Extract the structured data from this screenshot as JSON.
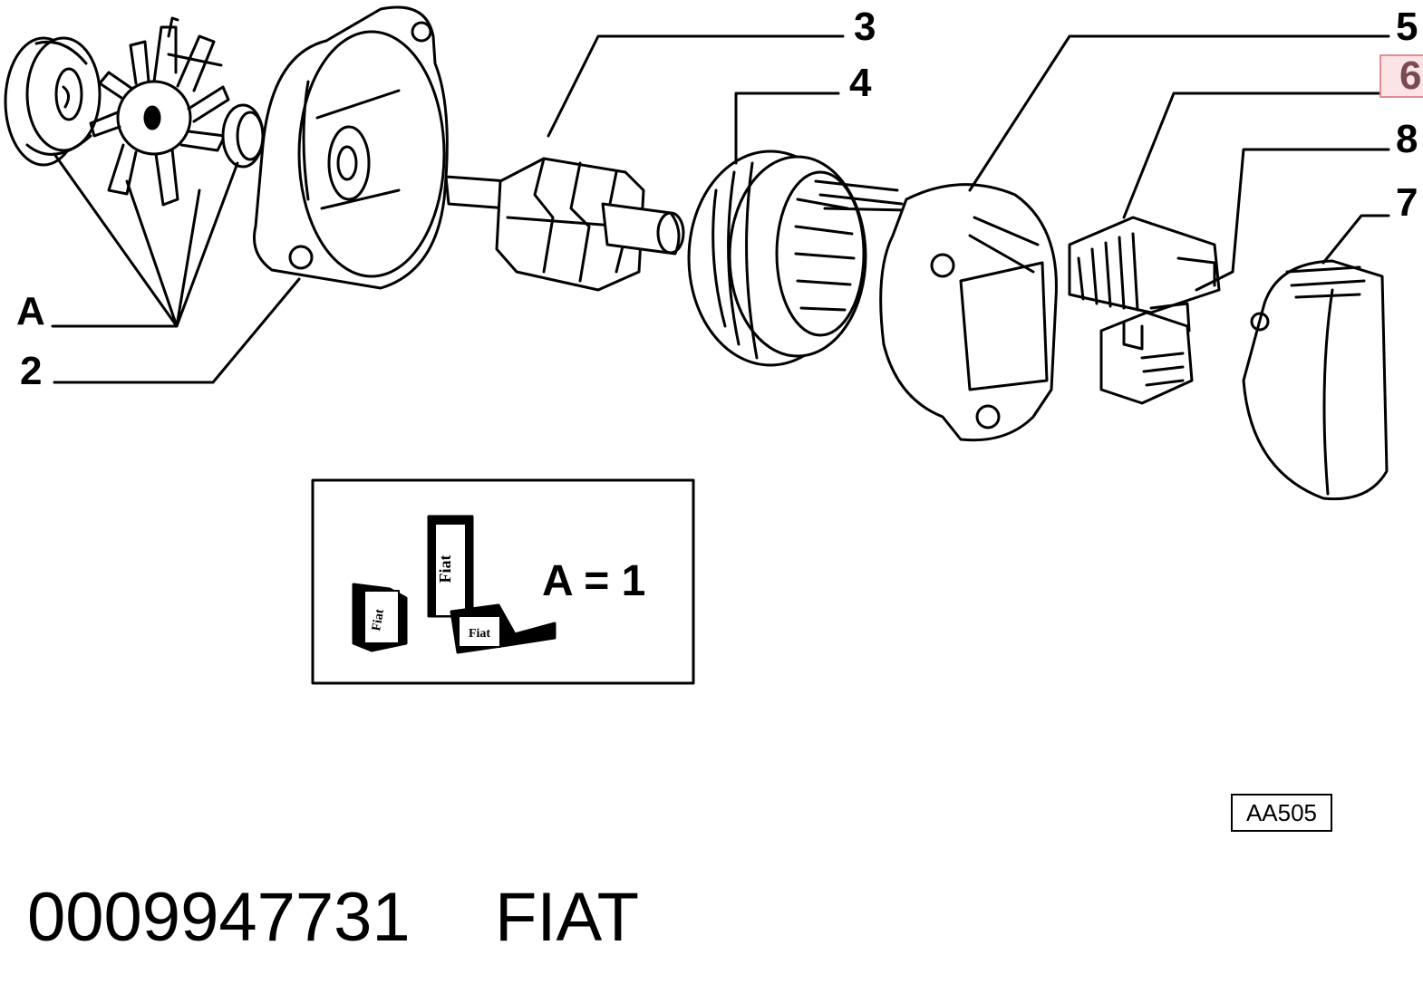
{
  "callouts": {
    "A": "A",
    "2": "2",
    "3": "3",
    "4": "4",
    "5": "5",
    "6": "6",
    "7": "7",
    "8": "8"
  },
  "inset": {
    "formula": "A = 1",
    "brand_mark": "Fiat"
  },
  "reference_code": "AA505",
  "footer": {
    "part_number": "0009947731",
    "brand": "FIAT"
  },
  "highlight_color": "#e38a94"
}
